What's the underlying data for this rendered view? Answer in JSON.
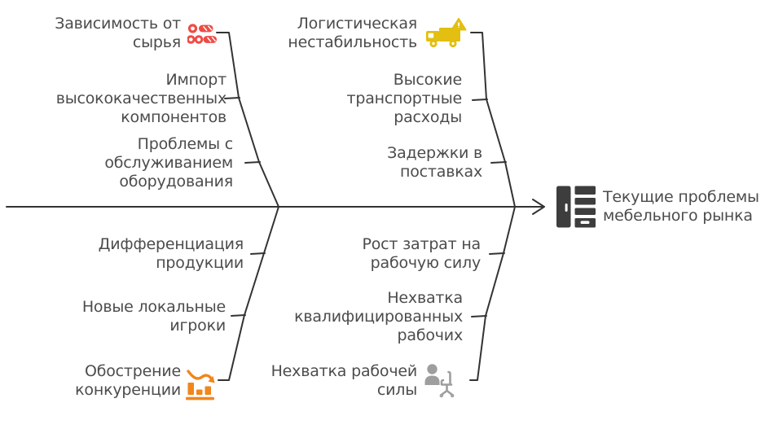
{
  "diagram_type": "fishbone-ishikawa",
  "colors": {
    "line": "#333333",
    "text": "#4c4c4c",
    "raw_materials": "#ee4c46",
    "logistics": "#e2bf10",
    "competition": "#f0861c",
    "labor": "#9e9e9e",
    "effect": "#3d3d3d"
  },
  "effect": {
    "label": "Текущие проблемы\nмебельного рынка",
    "icon": "wardrobe-dresser-icon"
  },
  "branches": {
    "raw_materials": {
      "label": "Зависимость от\nсырья",
      "icon": "logs-icon",
      "causes": {
        "c1": "Импорт\nвысококачественных\nкомпонентов",
        "c2": "Проблемы с\nобслуживанием\nоборудования"
      }
    },
    "logistics": {
      "label": "Логистическая\nнестабильность",
      "icon": "truck-warning-icon",
      "causes": {
        "c1": "Высокие\nтранспортные\nрасходы",
        "c2": "Задержки в\nпоставках"
      }
    },
    "competition": {
      "label": "Обострение\nконкуренции",
      "icon": "declining-chart-icon",
      "causes": {
        "c1": "Дифференциация\nпродукции",
        "c2": "Новые локальные\nигроки"
      }
    },
    "labor": {
      "label": "Нехватка рабочей\nсилы",
      "icon": "office-chair-icon",
      "causes": {
        "c1": "Рост затрат на\nрабочую силу",
        "c2": "Нехватка\nквалифицированных\nрабочих"
      }
    }
  }
}
